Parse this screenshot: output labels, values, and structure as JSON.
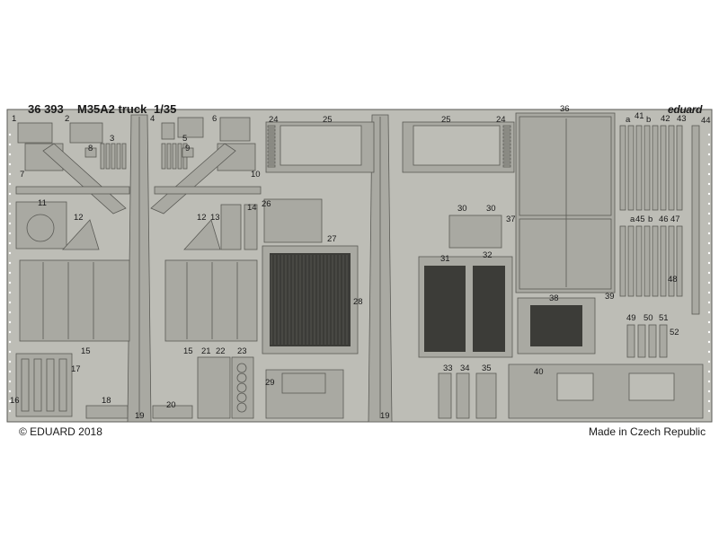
{
  "fret": {
    "catalog": "36 393",
    "model": "M35A2 truck",
    "scale": "1/35",
    "brand": "eduard",
    "copyright": "© EDUARD 2018",
    "origin": "Made in Czech Republic",
    "part_numbers": [
      "1",
      "2",
      "3",
      "4",
      "5",
      "6",
      "7",
      "8",
      "9",
      "10",
      "11",
      "12",
      "13",
      "14",
      "15",
      "16",
      "17",
      "18",
      "19",
      "20",
      "21",
      "22",
      "23",
      "24",
      "25",
      "26",
      "27",
      "28",
      "29",
      "30",
      "31",
      "32",
      "33",
      "34",
      "35",
      "36",
      "37",
      "38",
      "39",
      "40",
      "41",
      "42",
      "43",
      "44",
      "45",
      "46",
      "47",
      "48",
      "49",
      "50",
      "51",
      "52",
      "a",
      "b"
    ]
  },
  "colors": {
    "fret": "#bdbdb6",
    "part": "#a9a9a2",
    "line": "#5a5a55",
    "mesh": "#3c3c38"
  }
}
